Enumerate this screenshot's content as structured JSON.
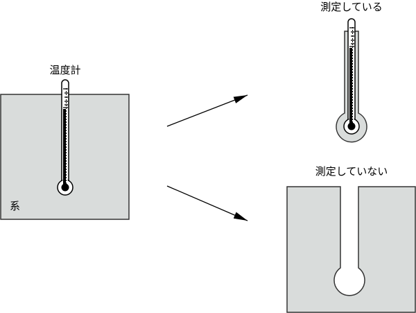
{
  "labels": {
    "thermometer": "温度計",
    "system": "系",
    "measuring": "測定している",
    "not_measuring": "測定していない"
  },
  "colors": {
    "fill": "#d9dcdb",
    "stroke": "#333333",
    "mercury": "#000000"
  }
}
